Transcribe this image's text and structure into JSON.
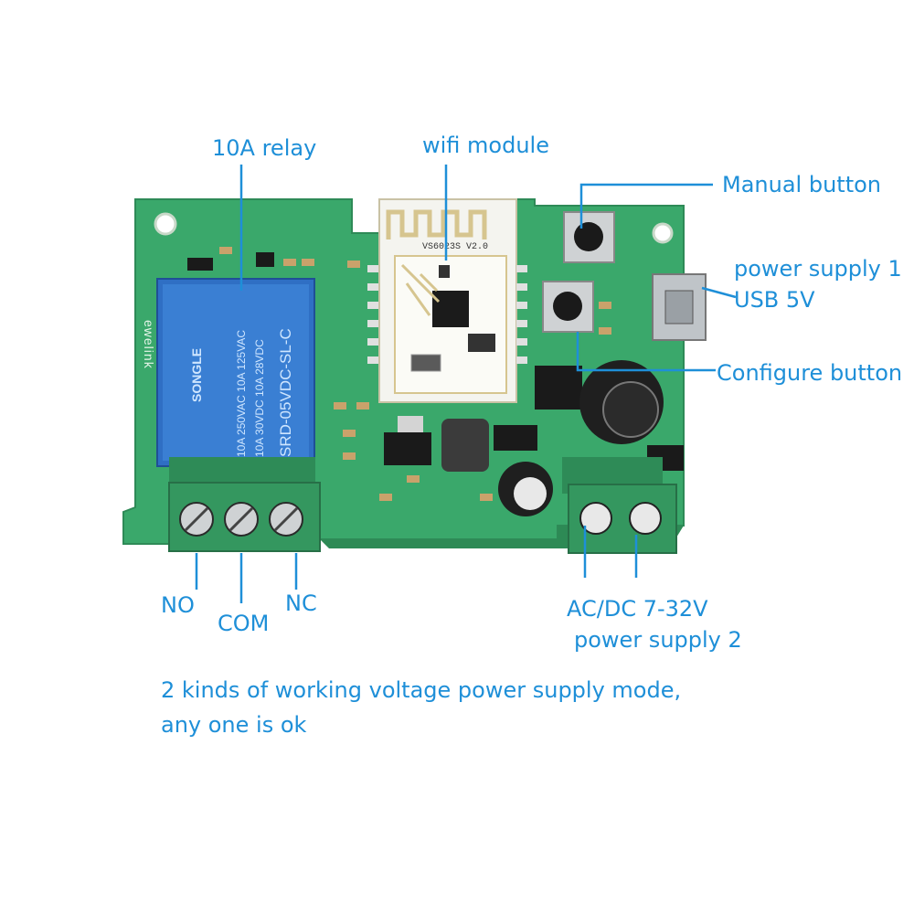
{
  "labels": {
    "relay": "10A relay",
    "wifi": "wifi module",
    "manual_button": "Manual button",
    "power1_line1": "power supply 1",
    "power1_line2": "USB 5V",
    "configure_button": "Configure button",
    "power2_line1": "AC/DC 7-32V",
    "power2_line2": "power supply 2",
    "no": "NO",
    "com": "COM",
    "nc": "NC",
    "footer_line1": "2 kinds of working voltage power supply mode,",
    "footer_line2": "any one is ok"
  },
  "board": {
    "silkscreen_brand": "ewelink",
    "relay_model": "SRD-05VDC-SL-C",
    "relay_rating_1": "10A 250VAC 10A 125VAC",
    "relay_rating_2": "10A 30VDC 10A 28VDC",
    "relay_brand": "SONGLE",
    "module_id": "VS6023S V2.0"
  },
  "colors": {
    "label": "#1e8fd8",
    "pcb": "#3aa86b",
    "relay": "#2f6fc4",
    "terminal": "#2e8b57"
  }
}
